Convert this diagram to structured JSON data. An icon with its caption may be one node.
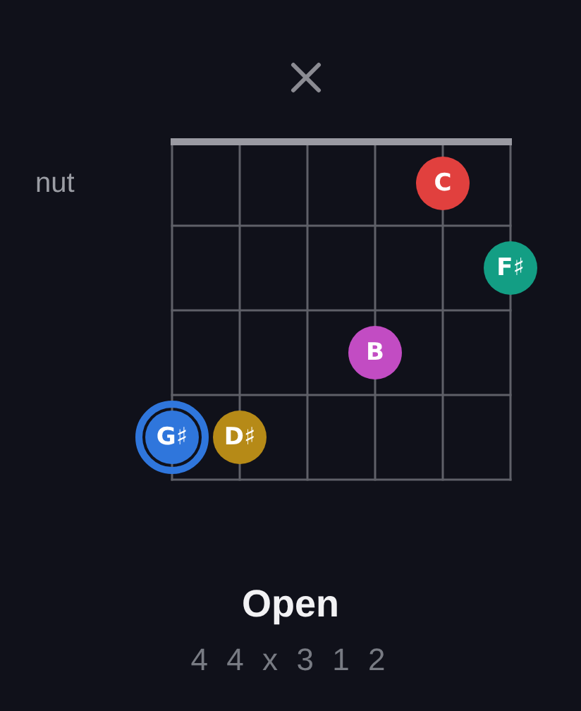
{
  "diagram": {
    "title": "Open",
    "nodes": [
      {
        "text": [
          "C"
        ]
      },
      {
        "text": [
          "F♯"
        ]
      },
      {
        "text": [
          "B"
        ]
      },
      {
        "text": [
          "G♯"
        ]
      },
      {
        "text": [
          "D♯"
        ]
      }
    ],
    "labels": [
      "nut",
      "4 4 x 3 1 2"
    ]
  }
}
